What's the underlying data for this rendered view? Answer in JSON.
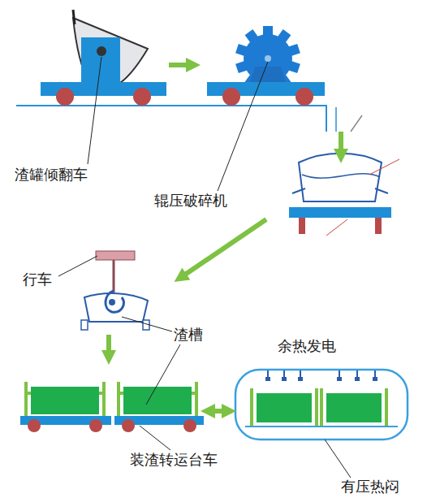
{
  "diagram": {
    "labels": [
      "渣罐倾翻车",
      "辊压破碎机",
      "行车",
      "渣槽",
      "装渣转运台车",
      "余热发电",
      "有压热闷"
    ]
  }
}
